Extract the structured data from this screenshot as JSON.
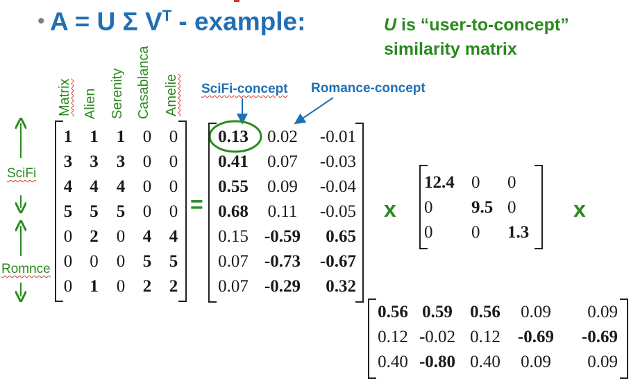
{
  "title": {
    "bullet": "•",
    "main": "A = U Σ V",
    "sup": "T",
    "rest": " - example:"
  },
  "note": {
    "u": "U",
    "text1": " is “user-to-concept”",
    "text2": "similarity matrix"
  },
  "movies": [
    "Matrix",
    "Alien",
    "Serenity",
    "Casablanca",
    "Amelie"
  ],
  "concepts": {
    "scifi": "SciFi-concept",
    "romance": "Romance-concept"
  },
  "groups": {
    "scifi": "SciFi",
    "romance": "Romnce"
  },
  "operators": {
    "equals": "=",
    "times1": "x",
    "times2": "x"
  },
  "matrix_A": [
    [
      "1",
      "1",
      "1",
      "0",
      "0"
    ],
    [
      "3",
      "3",
      "3",
      "0",
      "0"
    ],
    [
      "4",
      "4",
      "4",
      "0",
      "0"
    ],
    [
      "5",
      "5",
      "5",
      "0",
      "0"
    ],
    [
      "0",
      "2",
      "0",
      "4",
      "4"
    ],
    [
      "0",
      "0",
      "0",
      "5",
      "5"
    ],
    [
      "0",
      "1",
      "0",
      "2",
      "2"
    ]
  ],
  "matrix_U": [
    [
      "0.13",
      "0.02",
      "-0.01"
    ],
    [
      "0.41",
      "0.07",
      "-0.03"
    ],
    [
      "0.55",
      "0.09",
      "-0.04"
    ],
    [
      "0.68",
      "0.11",
      "-0.05"
    ],
    [
      "0.15",
      "-0.59",
      "0.65"
    ],
    [
      "0.07",
      "-0.73",
      "-0.67"
    ],
    [
      "0.07",
      "-0.29",
      "0.32"
    ]
  ],
  "matrix_S": [
    [
      "12.4",
      "0",
      "0"
    ],
    [
      "0",
      "9.5",
      "0"
    ],
    [
      "0",
      "0",
      "1.3"
    ]
  ],
  "matrix_VT": [
    [
      "0.56",
      "0.59",
      "0.56",
      "0.09",
      "0.09"
    ],
    [
      "0.12",
      "-0.02",
      "0.12",
      "-0.69",
      "-0.69"
    ],
    [
      "0.40",
      "-0.80",
      "0.40",
      "0.09",
      "0.09"
    ]
  ],
  "colors": {
    "blue": "#1f6fb5",
    "green": "#2a8a1e",
    "red": "#d9342b",
    "black": "#1a1a1a"
  }
}
